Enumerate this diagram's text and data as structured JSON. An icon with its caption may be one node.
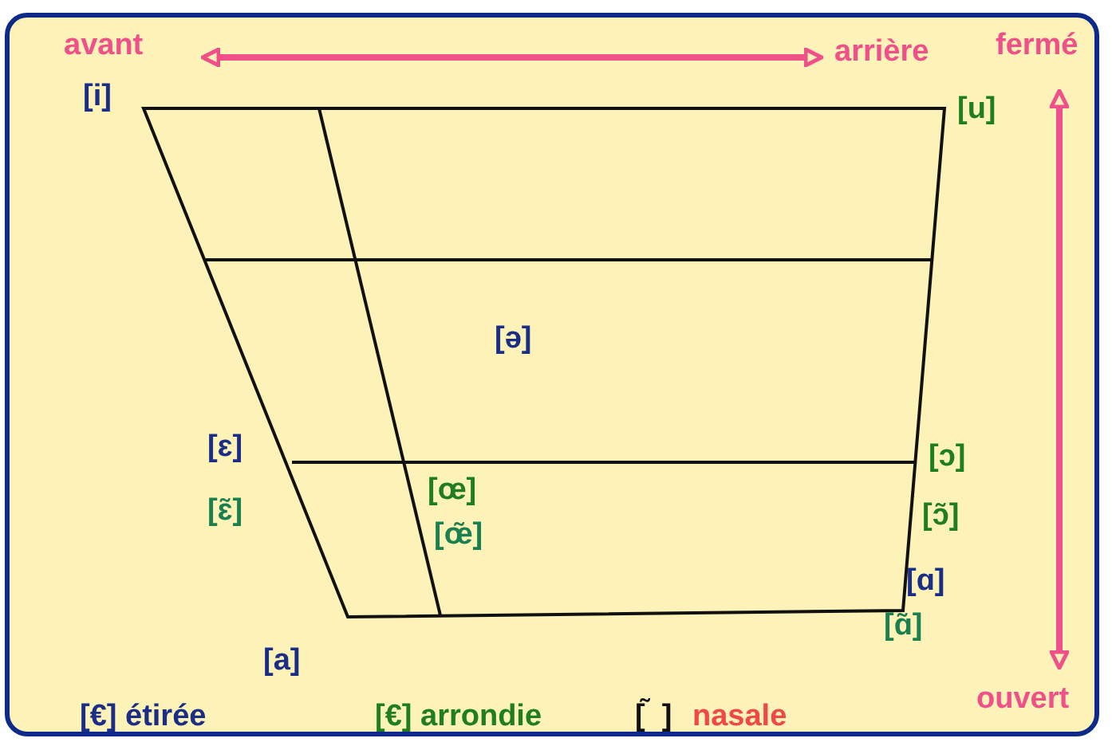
{
  "diagram": {
    "labels": [
      "avant",
      "arrière",
      "fermé",
      "[i]",
      "[u]",
      "[ə]",
      "[ɛ]",
      "[ɔ]",
      "[œ]",
      "[ɛ̃]",
      "[ɔ̃]",
      "[œ̃]",
      "[ɑ]",
      "[ɑ̃]",
      "[a]",
      "ouvert",
      "[€] étirée",
      "[€] arrondie",
      "[ ̃ ]",
      "nasale"
    ]
  }
}
